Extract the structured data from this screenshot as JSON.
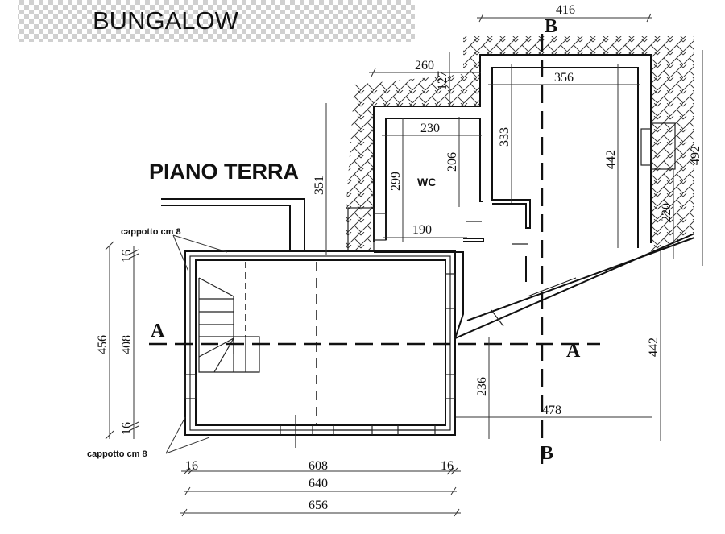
{
  "title": "BUNGALOW",
  "subtitle": "PIANO TERRA",
  "room_label": "WC",
  "notes": {
    "insulation_top": "cappotto cm 8",
    "insulation_bottom": "cappotto cm 8"
  },
  "sections": {
    "a_left": "A",
    "a_right": "A",
    "b_top": "B",
    "b_bottom": "B"
  },
  "dimensions": {
    "d416": "416",
    "d260": "260",
    "d127": "127",
    "d356": "356",
    "d230": "230",
    "d333": "333",
    "d206": "206",
    "d299": "299",
    "d442_upper": "442",
    "d492": "492",
    "d220": "220",
    "d190": "190",
    "d351": "351",
    "d442_right": "442",
    "d236": "236",
    "d478": "478",
    "d456": "456",
    "d408": "408",
    "d16_top": "16",
    "d16_bottom": "16",
    "d16_left": "16",
    "d608": "608",
    "d16_right": "16",
    "d640": "640",
    "d656": "656"
  },
  "colors": {
    "line": "#111111",
    "checker": "#d0d0d0"
  }
}
